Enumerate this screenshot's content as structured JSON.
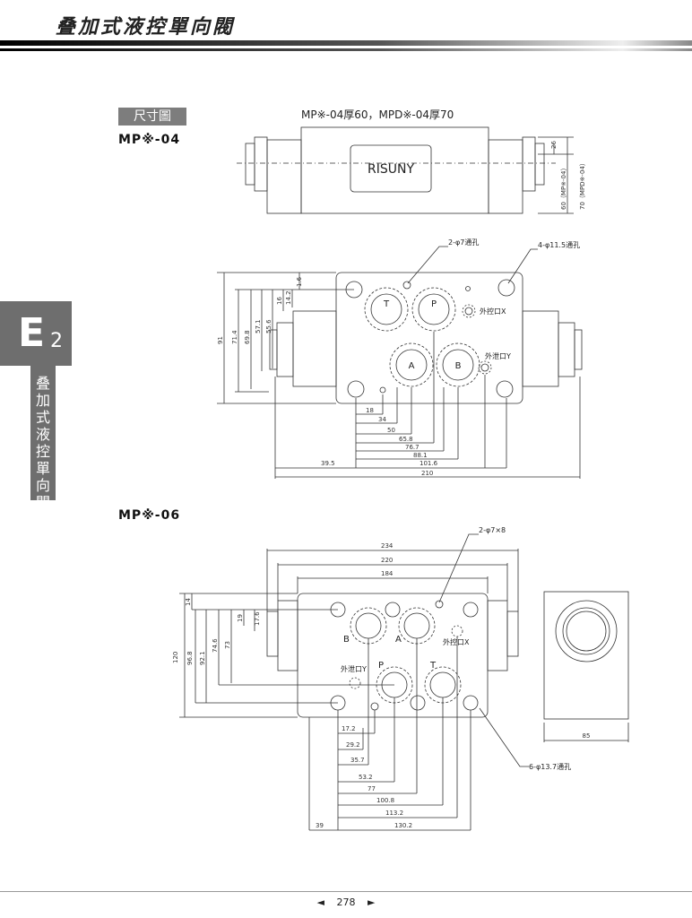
{
  "header": {
    "title": "叠加式液控單向閥"
  },
  "side_tab": {
    "letter": "E",
    "number": "2",
    "vertical": [
      "叠",
      "加",
      "式",
      "液",
      "控",
      "單",
      "向",
      "閥"
    ]
  },
  "section_badge": "尺寸圖",
  "mp04": {
    "model": "MP※-04",
    "thickness_note": "MP※-04厚60，MPD※-04厚70",
    "brand": "RISUNY",
    "right_dims": [
      "26",
      "60（MP※-04）",
      "70（MPD※-04）"
    ],
    "ports": [
      "T",
      "P",
      "A",
      "B"
    ],
    "callouts": [
      "2-φ7通孔",
      "4-φ11.5通孔",
      "外控口X",
      "外泄口Y"
    ],
    "left_dims": [
      "91",
      "71.4",
      "69.8",
      "57.1",
      "55.6",
      "16",
      "14.2",
      "1.6"
    ],
    "bottom_dims": [
      "18",
      "34",
      "50",
      "65.8",
      "76.7",
      "88.1",
      "101.6",
      "210",
      "39.5"
    ]
  },
  "mp06": {
    "model": "MP※-06",
    "top_dims": [
      "234",
      "220",
      "184"
    ],
    "callouts": [
      "2-φ7×8",
      "外控口X",
      "外泄口Y",
      "6-φ13.7通孔"
    ],
    "ports": [
      "B",
      "A",
      "P",
      "T"
    ],
    "left_dims": [
      "14",
      "120",
      "96.8",
      "92.1",
      "74.6",
      "73",
      "19",
      "17.6"
    ],
    "bottom_dims": [
      "17.2",
      "29.2",
      "35.7",
      "53.2",
      "77",
      "100.8",
      "113.2",
      "130.2",
      "39"
    ],
    "side_dim": "85"
  },
  "footer": {
    "page": "278",
    "left_arrow": "◄",
    "right_arrow": "►"
  }
}
